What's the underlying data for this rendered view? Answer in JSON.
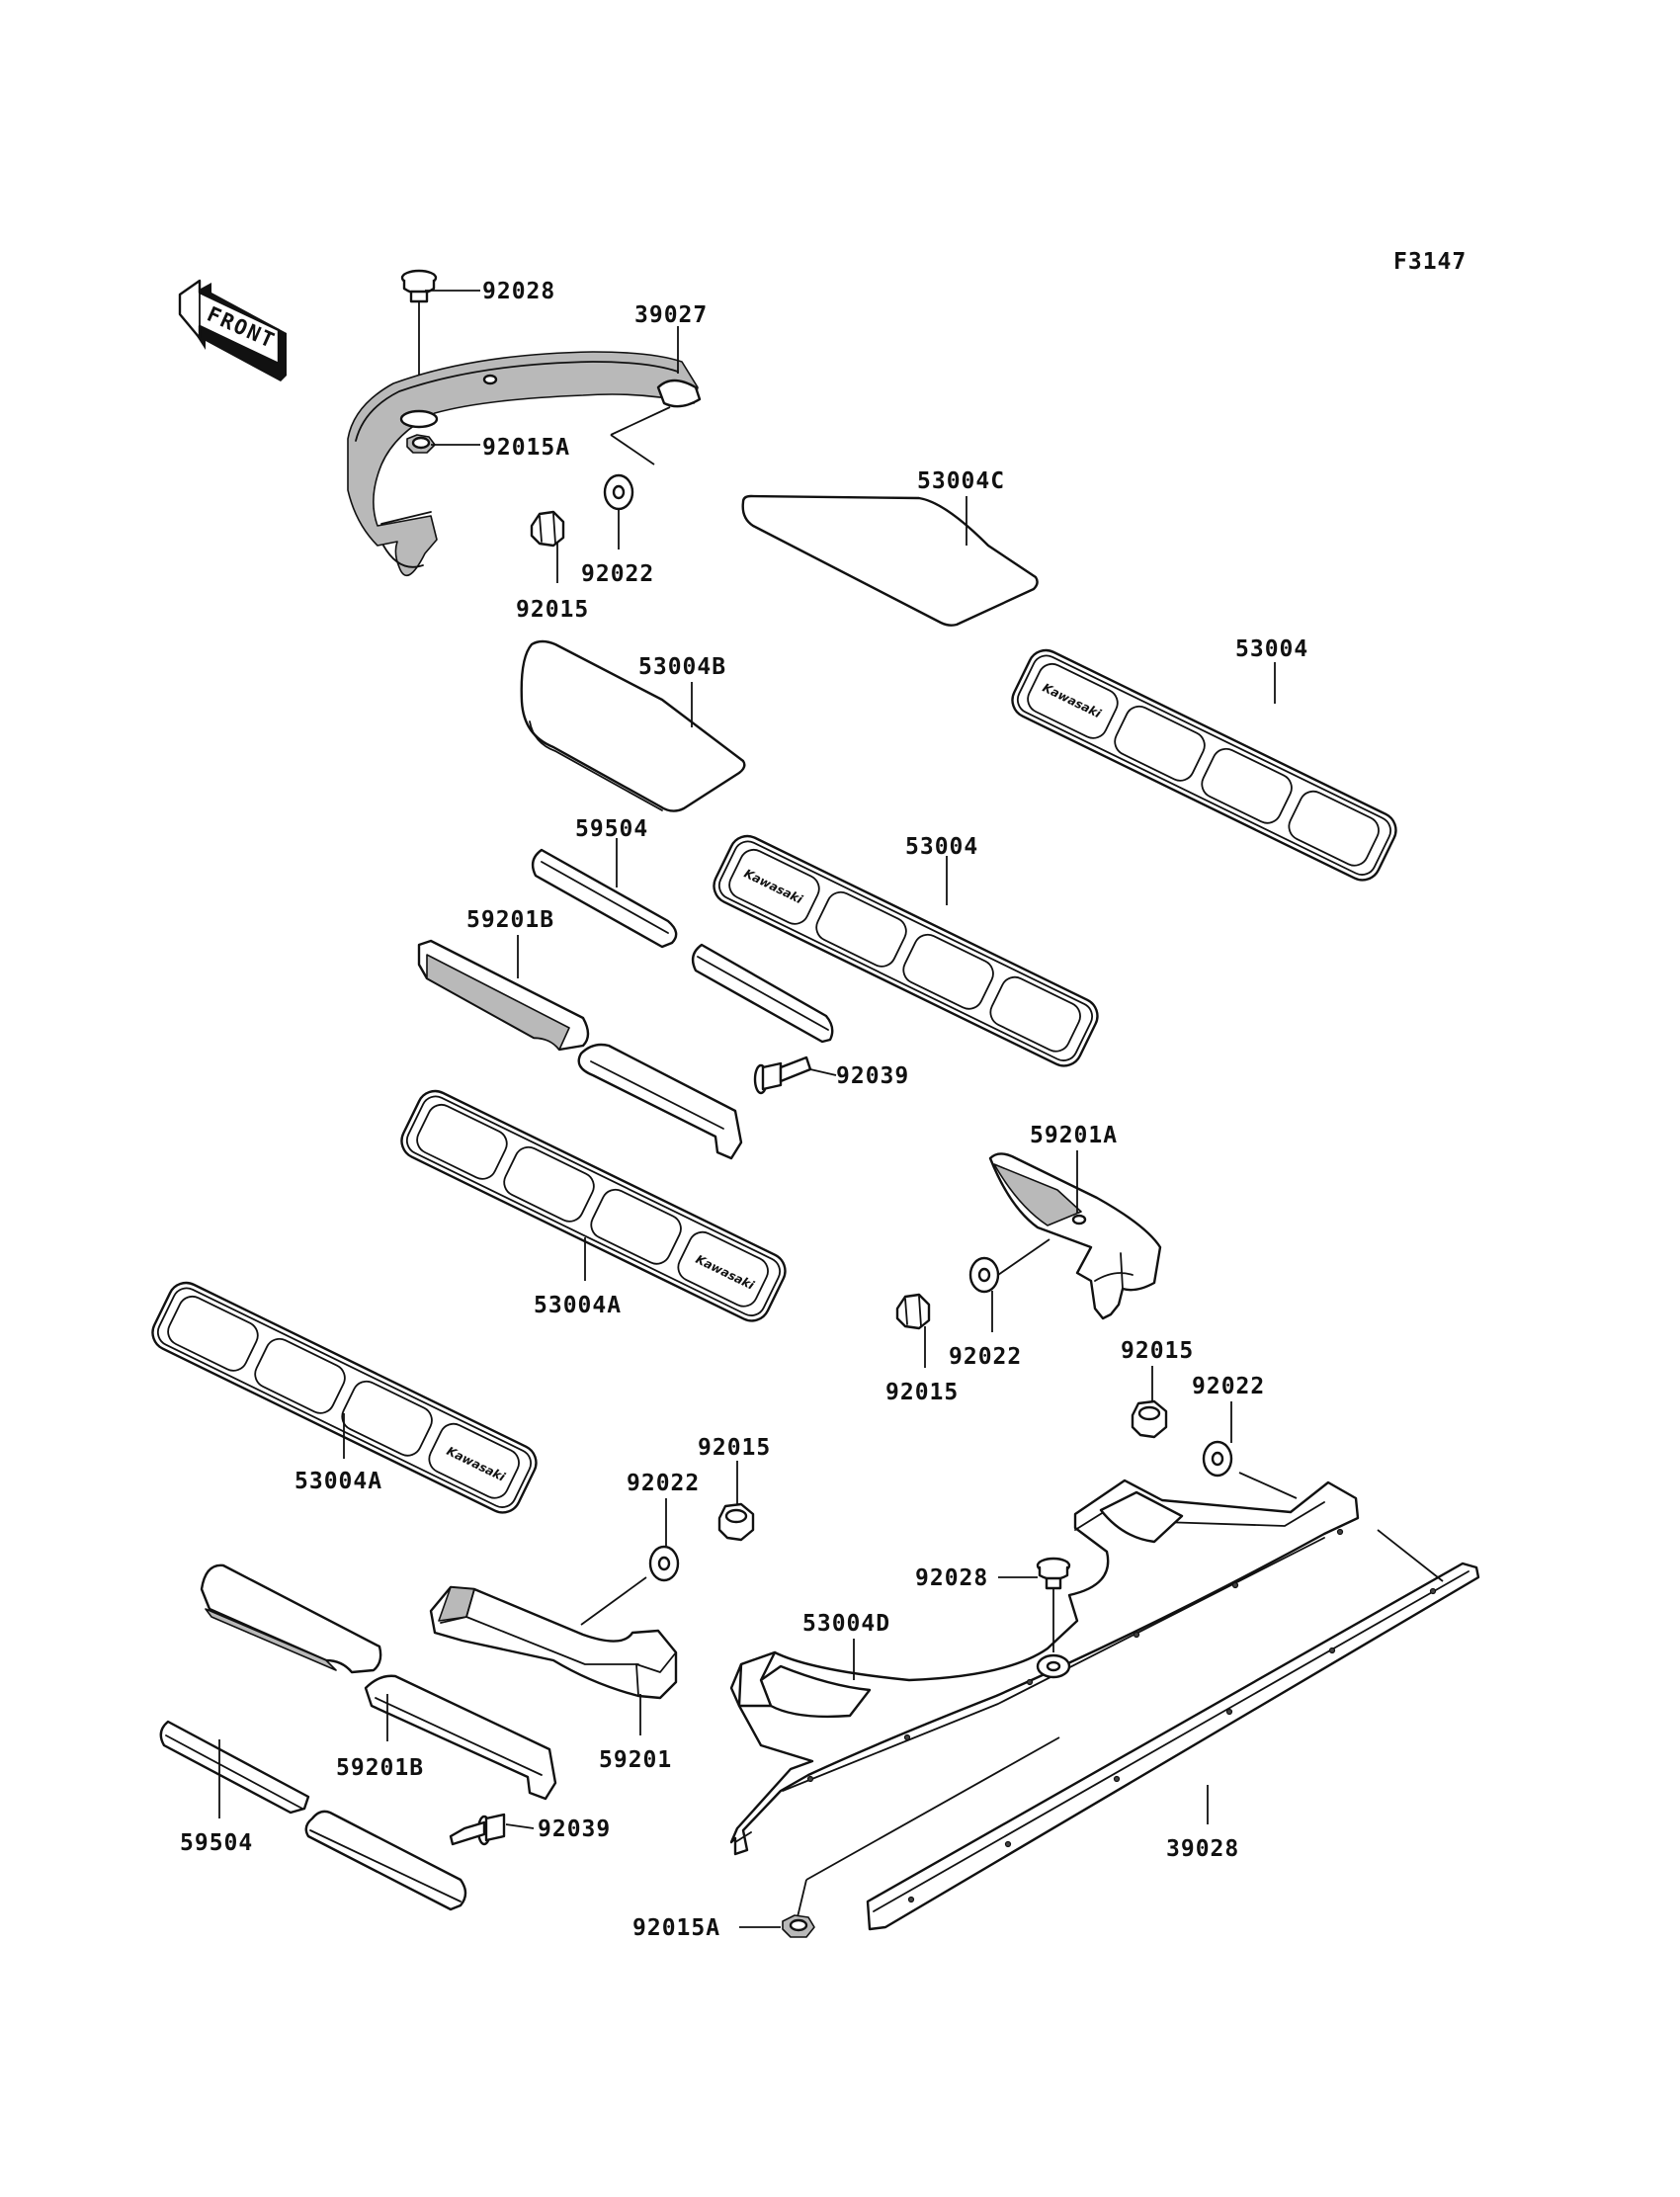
{
  "figure_code": "F3147",
  "direction_label": "FRONT",
  "brand_logo": "Kawasaki",
  "callouts": [
    {
      "id": "c-92028-top",
      "part": "92028"
    },
    {
      "id": "c-39027",
      "part": "39027"
    },
    {
      "id": "c-92015a-top",
      "part": "92015A"
    },
    {
      "id": "c-92022-top",
      "part": "92022"
    },
    {
      "id": "c-92015-top",
      "part": "92015"
    },
    {
      "id": "c-53004c",
      "part": "53004C"
    },
    {
      "id": "c-53004-right",
      "part": "53004"
    },
    {
      "id": "c-53004b",
      "part": "53004B"
    },
    {
      "id": "c-59504-top",
      "part": "59504"
    },
    {
      "id": "c-53004-mid",
      "part": "53004"
    },
    {
      "id": "c-59201b-top",
      "part": "59201B"
    },
    {
      "id": "c-92039-top",
      "part": "92039"
    },
    {
      "id": "c-59201a",
      "part": "59201A"
    },
    {
      "id": "c-53004a-mid",
      "part": "53004A"
    },
    {
      "id": "c-92022-mid",
      "part": "92022"
    },
    {
      "id": "c-92015-mid",
      "part": "92015"
    },
    {
      "id": "c-92015-right",
      "part": "92015"
    },
    {
      "id": "c-92022-right",
      "part": "92022"
    },
    {
      "id": "c-53004a-left",
      "part": "53004A"
    },
    {
      "id": "c-92015-low",
      "part": "92015"
    },
    {
      "id": "c-92022-low",
      "part": "92022"
    },
    {
      "id": "c-92028-low",
      "part": "92028"
    },
    {
      "id": "c-53004d",
      "part": "53004D"
    },
    {
      "id": "c-59201",
      "part": "59201"
    },
    {
      "id": "c-59201b-low",
      "part": "59201B"
    },
    {
      "id": "c-92039-low",
      "part": "92039"
    },
    {
      "id": "c-59504-low",
      "part": "59504"
    },
    {
      "id": "c-39028",
      "part": "39028"
    },
    {
      "id": "c-92015a-low",
      "part": "92015A"
    }
  ]
}
